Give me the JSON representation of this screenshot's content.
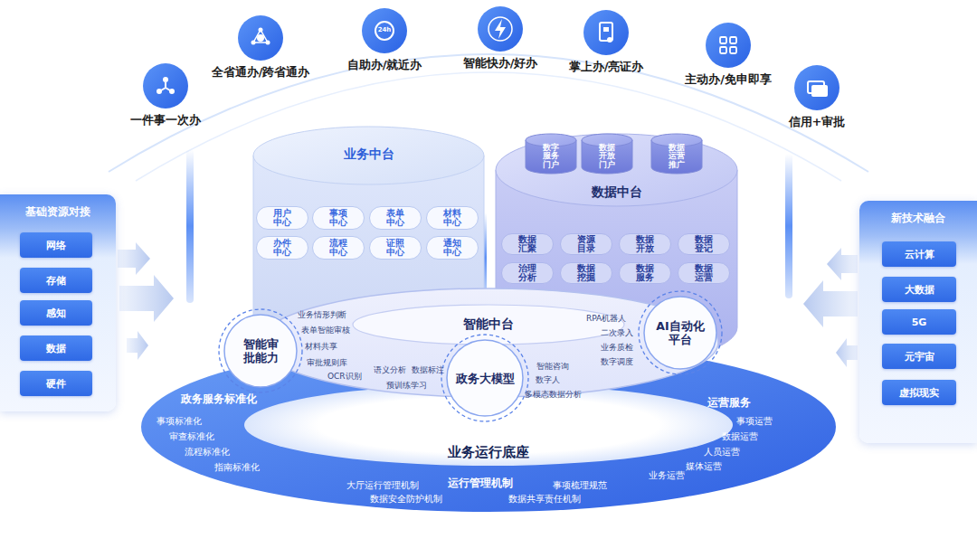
{
  "diagram": {
    "nodes": [
      {
        "text": [
          "一件事一次办"
        ]
      },
      {
        "text": [
          "全省通办/跨省通办"
        ]
      },
      {
        "text": [
          "自助办/就近办"
        ]
      },
      {
        "text": [
          "智能快办/好办"
        ]
      },
      {
        "text": [
          "掌上办/亮证办"
        ]
      },
      {
        "text": [
          "主动办/免申即享"
        ]
      },
      {
        "text": [
          "信用+审批"
        ]
      },
      {
        "text": [
          "基础资源对接"
        ]
      },
      {
        "text": [
          "网络"
        ],
        "in": 7
      },
      {
        "text": [
          "存储"
        ],
        "in": 7
      },
      {
        "text": [
          "感知"
        ],
        "in": 7
      },
      {
        "text": [
          "数据"
        ],
        "in": 7
      },
      {
        "text": [
          "硬件"
        ],
        "in": 7
      },
      {
        "text": [
          "业务中台"
        ]
      },
      {
        "text": [
          "用户中心"
        ],
        "in": 13
      },
      {
        "text": [
          "事项中心"
        ],
        "in": 13
      },
      {
        "text": [
          "表单中心"
        ],
        "in": 13
      },
      {
        "text": [
          "材料中心"
        ],
        "in": 13
      },
      {
        "text": [
          "办件中心"
        ],
        "in": 13
      },
      {
        "text": [
          "流程中心"
        ],
        "in": 13
      },
      {
        "text": [
          "证照中心"
        ],
        "in": 13
      },
      {
        "text": [
          "通知中心"
        ],
        "in": 13
      },
      {
        "text": [
          "数据中台"
        ]
      },
      {
        "text": [
          "数字服务门户"
        ],
        "in": 22
      },
      {
        "text": [
          "数据开放门户"
        ],
        "in": 22
      },
      {
        "text": [
          "数据运营推广"
        ],
        "in": 22
      },
      {
        "text": [
          "数据汇聚"
        ],
        "in": 22
      },
      {
        "text": [
          "资源目录"
        ],
        "in": 22
      },
      {
        "text": [
          "数据开放"
        ],
        "in": 22
      },
      {
        "text": [
          "数据登记"
        ],
        "in": 22
      },
      {
        "text": [
          "治理分析"
        ],
        "in": 22
      },
      {
        "text": [
          "数据挖掘"
        ],
        "in": 22
      },
      {
        "text": [
          "数据服务"
        ],
        "in": 22
      },
      {
        "text": [
          "数据运营"
        ],
        "in": 22
      },
      {
        "text": [
          "新技术融合"
        ]
      },
      {
        "text": [
          "云计算"
        ],
        "in": 34
      },
      {
        "text": [
          "大数据"
        ],
        "in": 34
      },
      {
        "text": [
          "5G"
        ],
        "in": 34
      },
      {
        "text": [
          "元宇宙"
        ],
        "in": 34
      },
      {
        "text": [
          "虚拟现实"
        ],
        "in": 34
      },
      {
        "text": [
          "智能中台"
        ]
      },
      {
        "text": [
          "智能审批能力"
        ]
      },
      {
        "text": [
          "政务大模型"
        ]
      },
      {
        "text": [
          "AI自动化平台"
        ]
      },
      {
        "text": [
          "业务运行底座"
        ]
      }
    ],
    "labels": [
      "24h",
      "业务情形判断",
      "表单智能审核",
      "材料共享",
      "审批规则库",
      "OCR识别",
      "语义分析",
      "数据标注",
      "预训练学习",
      "智能咨询",
      "数字人",
      "多模态数据分析",
      "RPA机器人",
      "二次录入",
      "业务质检",
      "数字调度",
      "政务服务标准化",
      "事项标准化",
      "审查标准化",
      "流程标准化",
      "指南标准化",
      "运营服务",
      "事项运营",
      "数据运营",
      "人员运营",
      "媒体运营",
      "业务运营",
      "运行管理机制",
      "大厅运行管理机制",
      "数据安全防护机制",
      "事项梳理规范",
      "数据共享责任机制"
    ]
  }
}
